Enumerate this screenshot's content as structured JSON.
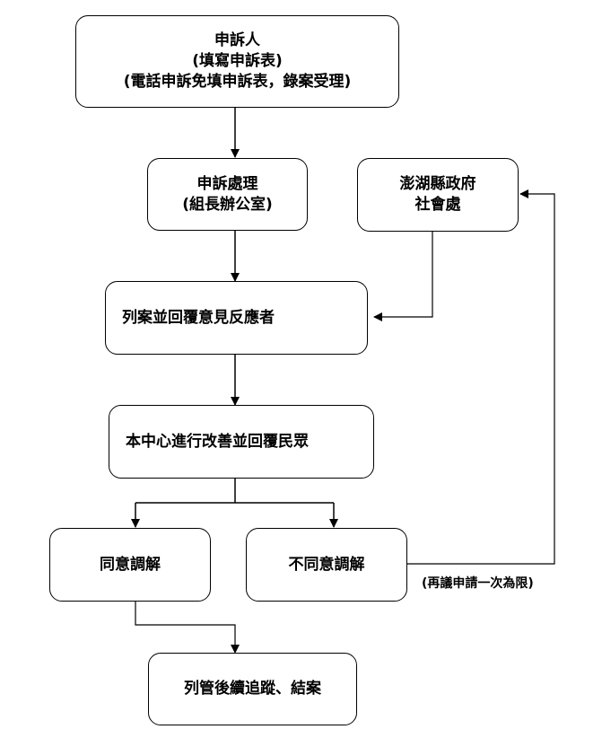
{
  "nodes": {
    "complainant": {
      "line1": "申訴人",
      "line2": "(填寫申訴表)",
      "line3": "(電話申訴免填申訴表，錄案受理)"
    },
    "processing": {
      "line1": "申訴處理",
      "line2": "(組長辦公室)"
    },
    "county": {
      "line1": "澎湖縣政府",
      "line2": "社會處"
    },
    "file_reply": {
      "label": "列案並回覆意見反應者"
    },
    "improve": {
      "label": "本中心進行改善並回覆民眾"
    },
    "agree": {
      "label": "同意調解"
    },
    "disagree": {
      "label": "不同意調解"
    },
    "track": {
      "label": "列管後續追蹤、結案"
    }
  },
  "annotations": {
    "reapply": "(再議申請一次為限)"
  }
}
